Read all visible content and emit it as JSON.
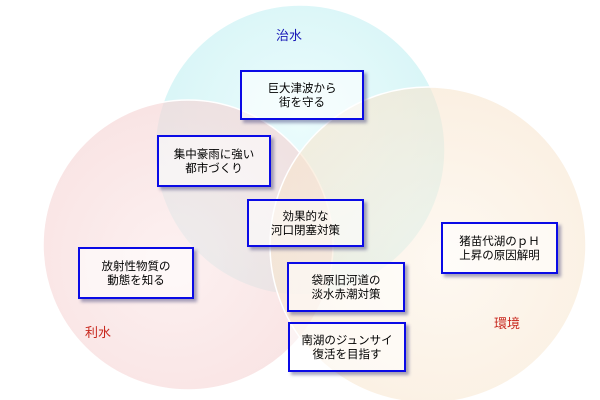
{
  "circles": {
    "chisui": {
      "label": "治水",
      "color": "#cdf5f7"
    },
    "risui": {
      "label": "利水",
      "color": "#f9dede"
    },
    "kankyo": {
      "label": "環境",
      "color": "#fbeedd"
    }
  },
  "items": {
    "tsunami": {
      "line1": "巨大津波から",
      "line2": "街を守る"
    },
    "gouu": {
      "line1": "集中豪雨に強い",
      "line2": "都市づくり"
    },
    "kakou": {
      "line1": "効果的な",
      "line2": "河口閉塞対策"
    },
    "housha": {
      "line1": "放射性物質の",
      "line2": "動態を知る"
    },
    "fukuro": {
      "line1": "袋原旧河道の",
      "line2": "淡水赤潮対策"
    },
    "junsai": {
      "line1": "南湖のジュンサイ",
      "line2": "復活を目指す"
    },
    "inawashiro": {
      "line1": "猪苗代湖のｐＨ",
      "line2": "上昇の原因解明"
    }
  },
  "colors": {
    "box_border": "#0a0ae6",
    "label_blue": "#1a1ab8",
    "label_red": "#c8281e"
  }
}
